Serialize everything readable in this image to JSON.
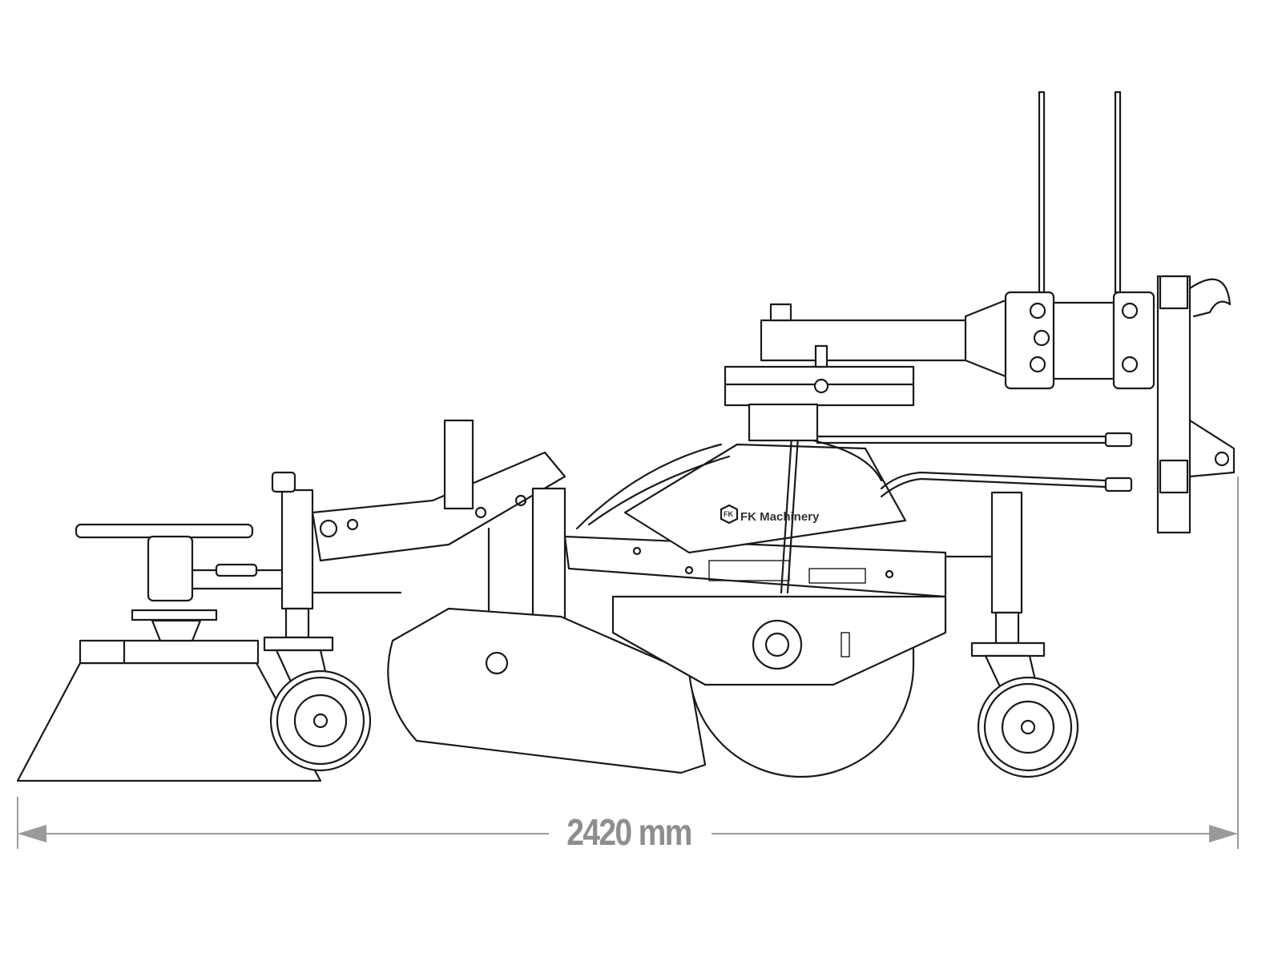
{
  "dimension": {
    "label": "2420 mm",
    "value": 2420,
    "unit": "mm",
    "color": "#9a9a9a"
  },
  "logo": {
    "text": "FK Machinery",
    "mark": "FK"
  },
  "colors": {
    "line": "#1a1a1a",
    "background": "#ffffff"
  }
}
